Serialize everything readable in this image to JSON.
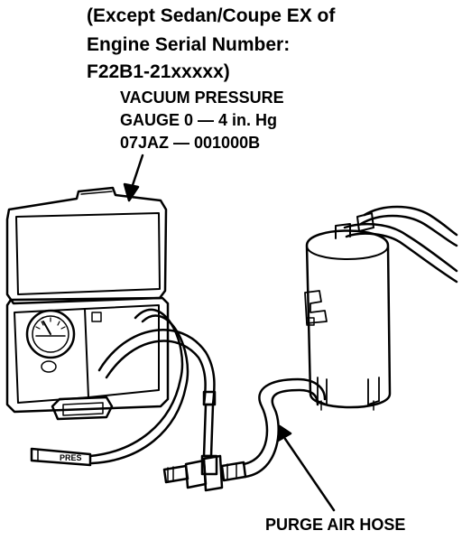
{
  "caption": {
    "line1": "(Except Sedan/Coupe EX of",
    "line2": "Engine Serial Number:",
    "line3": "F22B1-21xxxxx)"
  },
  "tool": {
    "line1": "VACUUM PRESSURE",
    "line2": "GAUGE 0 — 4 in. Hg",
    "line3": "07JAZ — 001000B"
  },
  "hose_label": "PURGE AIR HOSE",
  "hose_tag": "PRES"
}
